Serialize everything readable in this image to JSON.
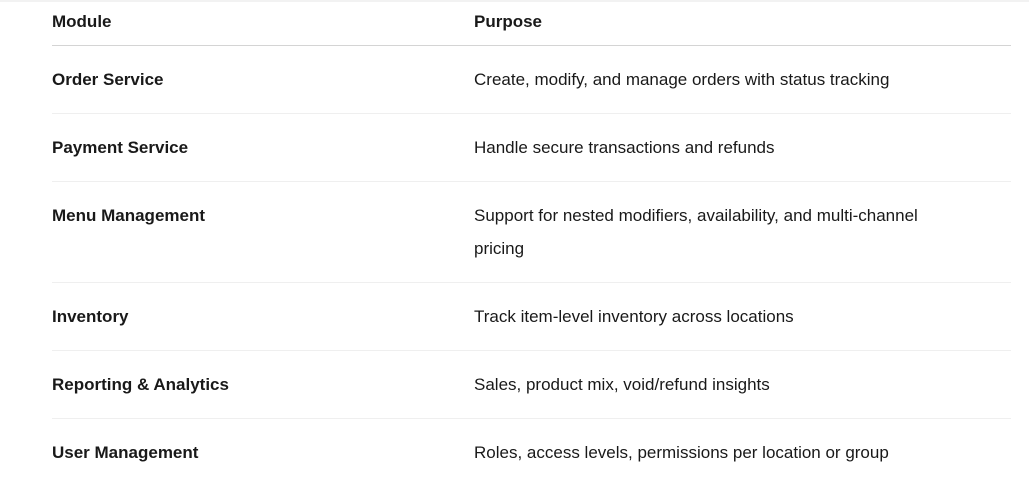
{
  "page": {
    "top_border_color": "#f2f2f2",
    "background_color": "#ffffff"
  },
  "table": {
    "columns": [
      {
        "key": "module",
        "label": "Module"
      },
      {
        "key": "purpose",
        "label": "Purpose"
      }
    ],
    "rows": [
      {
        "module": "Order Service",
        "purpose": "Create, modify, and manage orders with status tracking"
      },
      {
        "module": "Payment Service",
        "purpose": "Handle secure transactions and refunds"
      },
      {
        "module": "Menu Management",
        "purpose": "Support for nested modifiers, availability, and multi-channel pricing"
      },
      {
        "module": "Inventory",
        "purpose": "Track item-level inventory across locations"
      },
      {
        "module": "Reporting & Analytics",
        "purpose": "Sales, product mix, void/refund insights"
      },
      {
        "module": "User Management",
        "purpose": "Roles, access levels, permissions per location or group"
      }
    ],
    "colors": {
      "text": "#191919",
      "header_border": "#d4d4d4",
      "row_border": "#efefef"
    }
  }
}
